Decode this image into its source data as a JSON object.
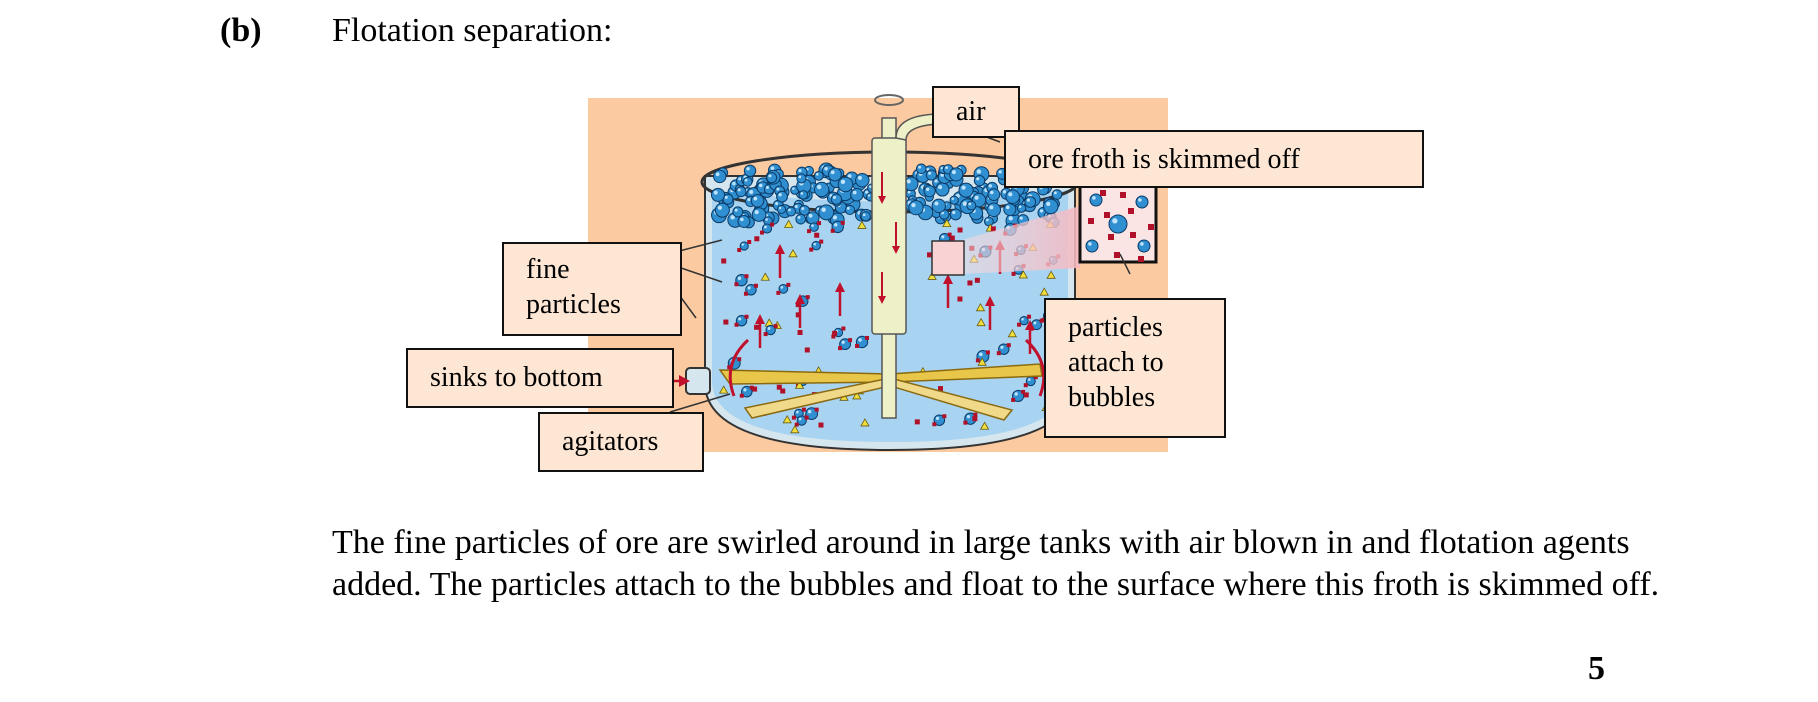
{
  "section": {
    "label": "(b)",
    "title": "Flotation separation:"
  },
  "diagram": {
    "colors": {
      "background_panel": "#fbcaa0",
      "label_fill": "#fde6d4",
      "liquid": "#a8d4f2",
      "bubble": "#2f8fd0",
      "arrow": "#c0102c",
      "fine_particle": "#f2de3a",
      "ore_particle": "#b01028",
      "agitator_blade": "#e8c64a",
      "shaft": "#eef0c8"
    },
    "labels": {
      "air": "air",
      "froth": "ore froth is skimmed off",
      "fine_particles_line1": "fine",
      "fine_particles_line2": "particles",
      "sinks": "sinks to bottom",
      "agitators": "agitators",
      "attach_line1": "particles",
      "attach_line2": "attach to",
      "attach_line3": "bubbles"
    }
  },
  "body": {
    "text": "The fine particles of ore are swirled around in large tanks with air blown in and flotation agents added. The particles attach to the bubbles and float to the surface where this froth is skimmed off."
  },
  "page": {
    "number": "5"
  }
}
